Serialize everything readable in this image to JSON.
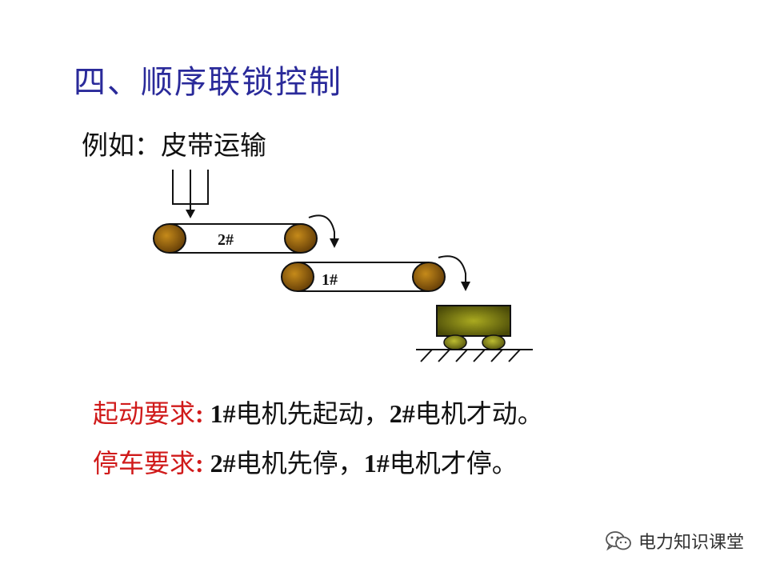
{
  "title": "四、顺序联锁控制",
  "example": "例如：皮带运输",
  "diagram": {
    "belt2_label": "2#",
    "belt1_label": "1#"
  },
  "start_requirement": {
    "label": "起动要求",
    "seg1": "1#",
    "seg2": "电机先起动，",
    "seg3": "2#",
    "seg4": "电机才动。"
  },
  "stop_requirement": {
    "label": "停车要求",
    "seg1": "2#",
    "seg2": "电机先停，",
    "seg3": "1#",
    "seg4": "电机才停。"
  },
  "watermark": "电力知识课堂",
  "colors": {
    "title": "#2a2a9a",
    "label_red": "#d01a1a",
    "roller": "#9a6a10",
    "cart": "#7a7a10"
  }
}
